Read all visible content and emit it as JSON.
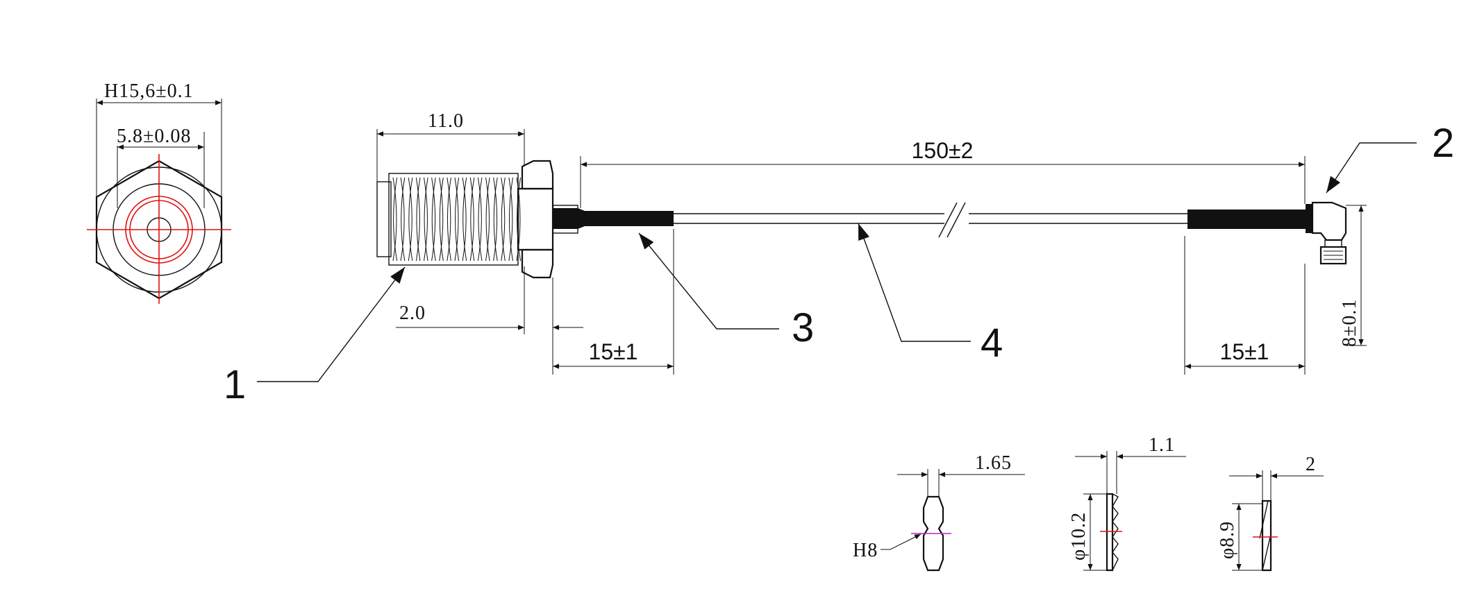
{
  "front_view": {
    "hex_width_label": "H15,6±0.1",
    "inner_dia_label": "5.8±0.08"
  },
  "side_view": {
    "length_label": "11.0",
    "flange_label": "2.0"
  },
  "cable": {
    "total_length_label": "150±2",
    "left_sleeve_label": "15±1",
    "right_sleeve_label": "15±1"
  },
  "right_connector": {
    "height_label": "8±0.1"
  },
  "callouts": [
    "1",
    "2",
    "3",
    "4"
  ],
  "parts": {
    "nut": {
      "thickness_label": "1.65",
      "thread_label": "H8"
    },
    "lock_washer": {
      "thickness_label": "1.1",
      "dia_label": "φ10.2"
    },
    "washer": {
      "thickness_label": "2",
      "dia_label": "φ8.9"
    }
  }
}
